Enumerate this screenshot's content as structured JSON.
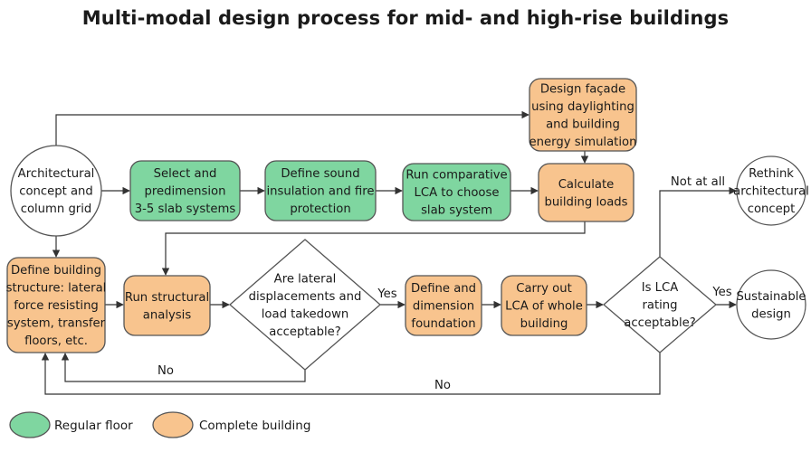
{
  "title": "Multi-modal design process for mid- and high-rise buildings",
  "colors": {
    "regular_floor": "#7fd6a0",
    "complete_building": "#f8c48e",
    "terminal": "#ffffff",
    "stroke": "#555555"
  },
  "nodes": [
    {
      "id": "arch",
      "shape": "circle",
      "kind": "terminal",
      "lines": [
        "Architectural",
        "concept and",
        "column grid"
      ]
    },
    {
      "id": "slab",
      "shape": "rect",
      "kind": "regular_floor",
      "lines": [
        "Select and",
        "predimension",
        "3-5 slab systems"
      ]
    },
    {
      "id": "sound",
      "shape": "rect",
      "kind": "regular_floor",
      "lines": [
        "Define sound",
        "insulation and fire",
        "protection"
      ]
    },
    {
      "id": "lca1",
      "shape": "rect",
      "kind": "regular_floor",
      "lines": [
        "Run comparative",
        "LCA to choose",
        "slab system"
      ]
    },
    {
      "id": "facade",
      "shape": "rect",
      "kind": "complete_building",
      "lines": [
        "Design façade",
        "using daylighting",
        "and building",
        "energy simulation"
      ]
    },
    {
      "id": "loads",
      "shape": "rect",
      "kind": "complete_building",
      "lines": [
        "Calculate",
        "building loads"
      ]
    },
    {
      "id": "structure",
      "shape": "rect",
      "kind": "complete_building",
      "lines": [
        "Define building",
        "structure: lateral",
        "force resisting",
        "system, transfer",
        "floors, etc."
      ]
    },
    {
      "id": "analysis",
      "shape": "rect",
      "kind": "complete_building",
      "lines": [
        "Run structural",
        "analysis"
      ]
    },
    {
      "id": "lateral",
      "shape": "diamond",
      "kind": "terminal",
      "lines": [
        "Are lateral",
        "displacements and",
        "load takedown",
        "acceptable?"
      ]
    },
    {
      "id": "foundation",
      "shape": "rect",
      "kind": "complete_building",
      "lines": [
        "Define and",
        "dimension",
        "foundation"
      ]
    },
    {
      "id": "lca2",
      "shape": "rect",
      "kind": "complete_building",
      "lines": [
        "Carry out",
        "LCA of whole",
        "building"
      ]
    },
    {
      "id": "rating",
      "shape": "diamond",
      "kind": "terminal",
      "lines": [
        "Is LCA",
        "rating",
        "acceptable?"
      ]
    },
    {
      "id": "rethink",
      "shape": "circle",
      "kind": "terminal",
      "lines": [
        "Rethink",
        "architectural",
        "concept"
      ]
    },
    {
      "id": "sustainable",
      "shape": "circle",
      "kind": "terminal",
      "lines": [
        "Sustainable",
        "design"
      ]
    }
  ],
  "edges": [
    {
      "id": "arch-slab",
      "from": "arch",
      "to": "slab",
      "label": ""
    },
    {
      "id": "arch-facade",
      "from": "arch",
      "to": "facade",
      "label": ""
    },
    {
      "id": "arch-structure",
      "from": "arch",
      "to": "structure",
      "label": ""
    },
    {
      "id": "slab-sound",
      "from": "slab",
      "to": "sound",
      "label": ""
    },
    {
      "id": "sound-lca1",
      "from": "sound",
      "to": "lca1",
      "label": ""
    },
    {
      "id": "lca1-loads",
      "from": "lca1",
      "to": "loads",
      "label": ""
    },
    {
      "id": "facade-loads",
      "from": "facade",
      "to": "loads",
      "label": ""
    },
    {
      "id": "loads-analysis",
      "from": "loads",
      "to": "analysis",
      "label": ""
    },
    {
      "id": "structure-analysis",
      "from": "structure",
      "to": "analysis",
      "label": ""
    },
    {
      "id": "analysis-lateral",
      "from": "analysis",
      "to": "lateral",
      "label": ""
    },
    {
      "id": "lateral-foundation",
      "from": "lateral",
      "to": "foundation",
      "label": "Yes"
    },
    {
      "id": "lateral-structure",
      "from": "lateral",
      "to": "structure",
      "label": "No"
    },
    {
      "id": "foundation-lca2",
      "from": "foundation",
      "to": "lca2",
      "label": ""
    },
    {
      "id": "lca2-rating",
      "from": "lca2",
      "to": "rating",
      "label": ""
    },
    {
      "id": "rating-sustainable",
      "from": "rating",
      "to": "sustainable",
      "label": "Yes"
    },
    {
      "id": "rating-rethink",
      "from": "rating",
      "to": "rethink",
      "label": "Not at all"
    },
    {
      "id": "rating-structure",
      "from": "rating",
      "to": "structure",
      "label": "No"
    }
  ],
  "legend": [
    {
      "kind": "regular_floor",
      "label": "Regular floor"
    },
    {
      "kind": "complete_building",
      "label": "Complete building"
    }
  ]
}
